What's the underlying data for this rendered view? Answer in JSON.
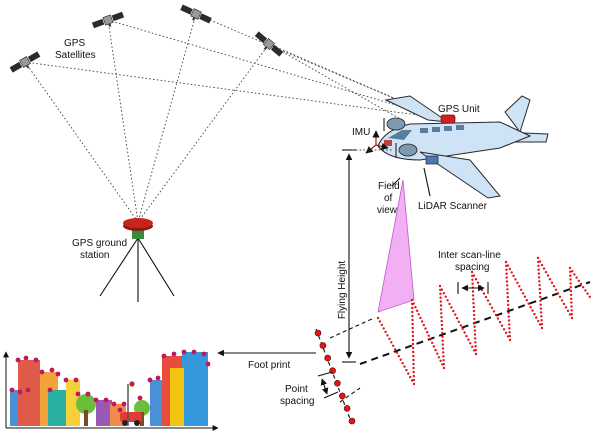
{
  "labels": {
    "gps_satellites_1": "GPS",
    "gps_satellites_2": "Satellites",
    "gps_ground_1": "GPS ground",
    "gps_ground_2": "station",
    "gps_unit": "GPS Unit",
    "imu": "IMU",
    "field_of_view_1": "Field",
    "field_of_view_2": "of",
    "field_of_view_3": "view",
    "lidar_scanner": "LiDAR Scanner",
    "flying_height": "Flying Height",
    "inter_scan_1": "Inter scan-line",
    "inter_scan_2": "spacing",
    "foot_print": "Foot print",
    "point_spacing_1": "Point",
    "point_spacing_2": "spacing"
  },
  "colors": {
    "fov_beam": "#f2a7f2",
    "fov_edge": "#b04cc0",
    "scan_dots": "#e0161b",
    "gps_unit": "#d42020",
    "aircraft": "#cfe3f6",
    "aircraft_outline": "#2a2a2a",
    "ground_station": "#c8241c",
    "satellite_panel": "#2b2b2b"
  }
}
